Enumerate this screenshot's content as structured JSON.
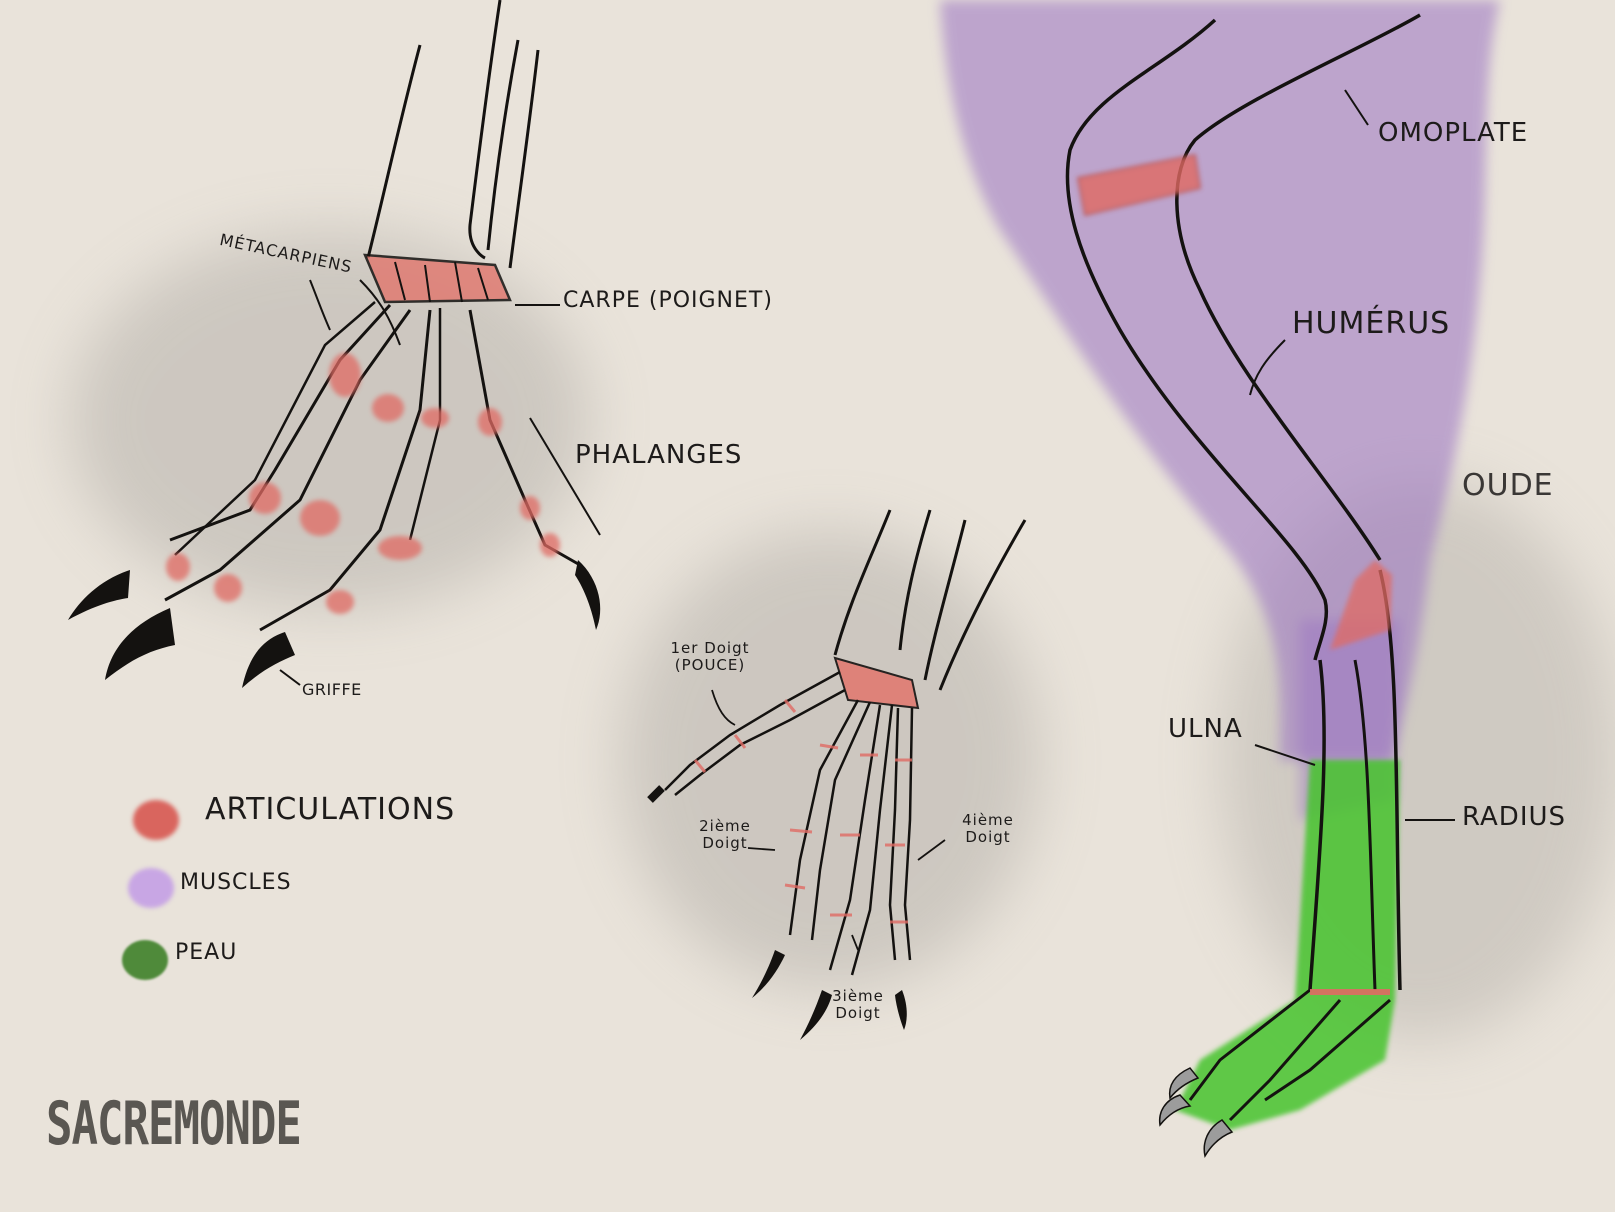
{
  "labels": {
    "metacarpiens": "MÉTACARPIENS",
    "carpe": "CARPE (POIGNET)",
    "phalanges": "PHALANGES",
    "griffe": "GRIFFE",
    "doigt1": "1er Doigt (POUCE)",
    "doigt2": "2ième Doigt",
    "doigt3": "3ième Doigt",
    "doigt4": "4ième Doigt",
    "omoplate": "OMOPLATE",
    "humerus": "HUMÉRUS",
    "coude": "OUDE",
    "ulna": "ULNA",
    "radius": "RADIUS"
  },
  "legend": [
    {
      "label": "ARTICULATIONS",
      "color": "#d9655e"
    },
    {
      "label": "MUSCLES",
      "color": "#c8a6e4"
    },
    {
      "label": "PEAU",
      "color": "#4f8a3a"
    }
  ],
  "logo": "SACREMONDE",
  "colors": {
    "paper": "#e9e3da",
    "joint": "#e06b64",
    "muscle": "#9a72c2",
    "skin": "#46c42f",
    "ink": "#141210"
  }
}
